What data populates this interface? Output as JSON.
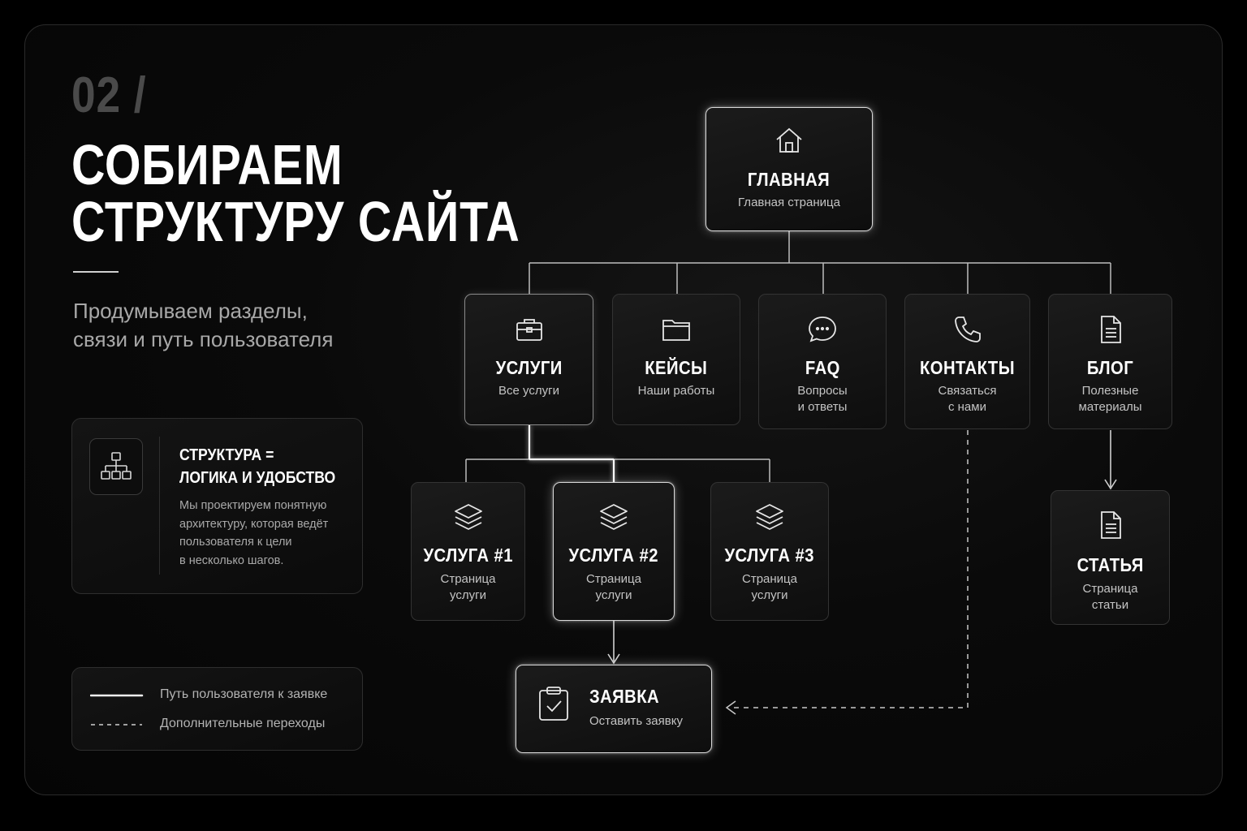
{
  "header": {
    "step_number": "02 /",
    "title_lines": [
      "СОБИРАЕМ",
      "СТРУКТУРУ САЙТА"
    ],
    "subtitle_lines": [
      "Продумываем разделы,",
      "связи и путь пользователя"
    ]
  },
  "info_card": {
    "icon": "sitemap-icon",
    "title_lines": [
      "СТРУКТУРА =",
      "ЛОГИКА И УДОБСТВО"
    ],
    "text_lines": [
      "Мы проектируем понятную",
      "архитектуру, которая ведёт",
      "пользователя к цели",
      "в несколько шагов."
    ]
  },
  "legend": {
    "solid_label": "Путь пользователя к заявке",
    "dashed_label": "Дополнительные переходы"
  },
  "nodes": {
    "home": {
      "title": "ГЛАВНАЯ",
      "subtitle_lines": [
        "Главная страница"
      ],
      "icon": "home-icon"
    },
    "services": {
      "title": "УСЛУГИ",
      "subtitle_lines": [
        "Все услуги"
      ],
      "icon": "briefcase-icon"
    },
    "cases": {
      "title": "КЕЙСЫ",
      "subtitle_lines": [
        "Наши работы"
      ],
      "icon": "folder-icon"
    },
    "faq": {
      "title": "FAQ",
      "subtitle_lines": [
        "Вопросы",
        "и ответы"
      ],
      "icon": "chat-bubble-icon"
    },
    "contacts": {
      "title": "КОНТАКТЫ",
      "subtitle_lines": [
        "Связаться",
        "с нами"
      ],
      "icon": "phone-icon"
    },
    "blog": {
      "title": "БЛОГ",
      "subtitle_lines": [
        "Полезные",
        "материалы"
      ],
      "icon": "document-icon"
    },
    "service1": {
      "title": "УСЛУГА #1",
      "subtitle_lines": [
        "Страница",
        "услуги"
      ],
      "icon": "layers-icon"
    },
    "service2": {
      "title": "УСЛУГА #2",
      "subtitle_lines": [
        "Страница",
        "услуги"
      ],
      "icon": "layers-icon"
    },
    "service3": {
      "title": "УСЛУГА #3",
      "subtitle_lines": [
        "Страница",
        "услуги"
      ],
      "icon": "layers-icon"
    },
    "article": {
      "title": "СТАТЬЯ",
      "subtitle_lines": [
        "Страница",
        "статьи"
      ],
      "icon": "document-icon"
    },
    "request": {
      "title": "ЗАЯВКА",
      "subtitle_lines": [
        "Оставить заявку"
      ],
      "icon": "clipboard-check-icon"
    }
  },
  "colors": {
    "background": "#000000",
    "accent": "#ffffff",
    "muted_text": "#a8a8a8",
    "step_number": "#4a4a4a"
  }
}
